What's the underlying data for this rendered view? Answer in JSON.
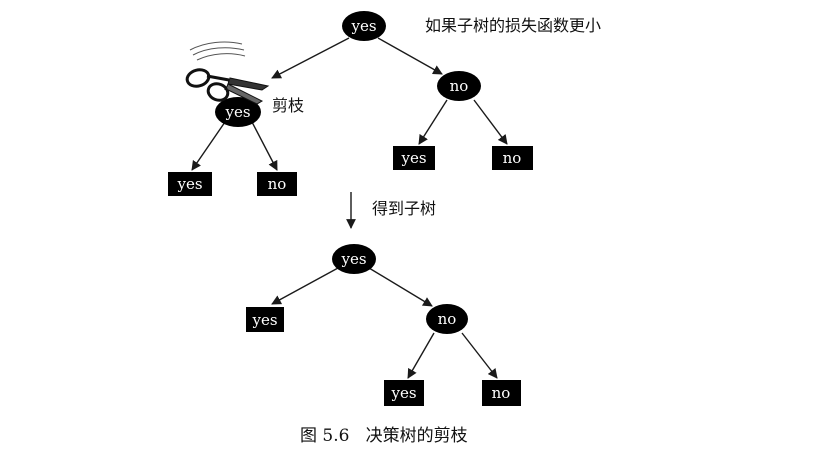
{
  "annotations": {
    "condition": "如果子树的损失函数更小",
    "prune": "剪枝",
    "result": "得到子树"
  },
  "caption": "图 5.6   决策树的剪枝",
  "icons": {
    "scissors": "scissors-icon"
  },
  "colors": {
    "node_fill": "#000000",
    "node_text": "#ffffff",
    "line": "#1a1a1a"
  },
  "trees": {
    "before": {
      "root": "yes",
      "left_internal": "yes",
      "left_leaf_1": "yes",
      "left_leaf_2": "no",
      "right_internal": "no",
      "right_leaf_1": "yes",
      "right_leaf_2": "no"
    },
    "after": {
      "root": "yes",
      "left_leaf": "yes",
      "right_internal": "no",
      "right_leaf_1": "yes",
      "right_leaf_2": "no"
    }
  }
}
